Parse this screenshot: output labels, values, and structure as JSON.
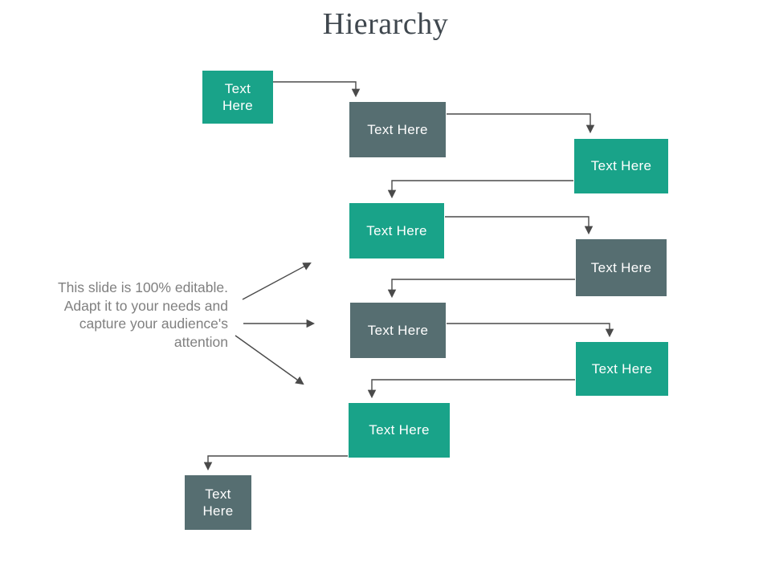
{
  "slide": {
    "title": "Hierarchy"
  },
  "colors": {
    "teal": "#19a389",
    "slate": "#566e71",
    "connector": "#4a4a4a",
    "title_text": "#3f474e",
    "annotation_text": "#808080",
    "box_text": "#ffffff",
    "background": "#ffffff"
  },
  "annotation": {
    "lines": [
      "This slide is 100% editable.",
      "Adapt it to your needs and",
      "capture your audience's",
      "attention"
    ]
  },
  "diagram": {
    "nodes": [
      {
        "id": "node-1",
        "label": "Text Here",
        "variant": "teal"
      },
      {
        "id": "node-2",
        "label": "Text Here",
        "variant": "slate"
      },
      {
        "id": "node-3",
        "label": "Text Here",
        "variant": "teal"
      },
      {
        "id": "node-4",
        "label": "Text Here",
        "variant": "teal"
      },
      {
        "id": "node-5",
        "label": "Text Here",
        "variant": "slate"
      },
      {
        "id": "node-6",
        "label": "Text Here",
        "variant": "slate"
      },
      {
        "id": "node-7",
        "label": "Text Here",
        "variant": "teal"
      },
      {
        "id": "node-8",
        "label": "Text Here",
        "variant": "teal"
      },
      {
        "id": "node-9",
        "label": "Text Here",
        "variant": "slate"
      }
    ]
  }
}
